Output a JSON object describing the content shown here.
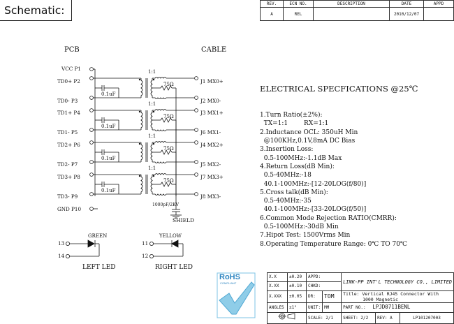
{
  "schematic_label": "Schematic:",
  "rev_table": {
    "headers": [
      "REV.",
      "ECN NO.",
      "DESCRIPTION",
      "DATE",
      "APPD"
    ],
    "row": [
      "A",
      "REL",
      "",
      "2010/12/07",
      ""
    ]
  },
  "diagram": {
    "pcb_label": "PCB",
    "cable_label": "CABLE",
    "left_pins": [
      "VCC P1",
      "TD0+ P2",
      "TD0- P3",
      "TD1+ P4",
      "TD1- P5",
      "TD2+ P6",
      "TD2- P7",
      "TD3+ P8",
      "TD3- P9",
      "GND P10"
    ],
    "right_pins": [
      "J1 MX0+",
      "J2 MX0-",
      "J3 MX1+",
      "J6 MX1-",
      "J4 MX2+",
      "J5 MX2-",
      "J7 MX3+",
      "J8 MX3-"
    ],
    "cap_label": "0.1uF",
    "ratio_label": "1:1",
    "res_label": "75Ω",
    "shield_cap_label": "1000pF/2KV",
    "shield_label": "SHIELD"
  },
  "leds": {
    "green_label": "GREEN",
    "yellow_label": "YELLOW",
    "left_pins": [
      "13",
      "14"
    ],
    "right_pins": [
      "11",
      "12"
    ],
    "left_caption": "LEFT LED",
    "right_caption": "RIGHT LED"
  },
  "specs": {
    "heading": "ELECTRICAL SPECFICATIONS @25℃",
    "lines": [
      "1.Turn Ratio(±2%):",
      "  TX=1:1        RX=1:1",
      "2.Inductance OCL: 350uH Min",
      "  @100KHz,0.1V,8mA DC Bias",
      "3.Insertion Loss:",
      "  0.5-100MHz:-1.1dB Max",
      "4.Return Loss(dB Min):",
      "  0.5-40MHz:-18",
      "  40.1-100MHz:-[12-20LOG(f/80)]",
      "5.Cross talk(dB Min):",
      "  0.5-40MHz:-35",
      "  40.1-100MHz:-[33-20LOG(f/50)]",
      "6.Common Mode Rejection RATIO(CMRR):",
      "  0.5-100MHz:-30dB Min",
      "7.Hipot Test: 1500Vrms Min",
      "8.Operating Temperature Range: 0℃ TO 70℃"
    ]
  },
  "rohs": {
    "text": "RoHS",
    "sub": "COMPLIANT"
  },
  "title_block": {
    "tol_rows": [
      [
        "X.X",
        "±0.20"
      ],
      [
        "X.XX",
        "±0.10"
      ],
      [
        "X.XXX",
        "±0.05"
      ],
      [
        "ANGLES",
        "±1°"
      ]
    ],
    "appd": "APPD:",
    "chkd": "CHKD:",
    "dr_label": "DR:",
    "dr_value": "TOM",
    "unit_label": "UNIT:",
    "unit_value": "MM",
    "company": "LINK-PP INT'L TECHNOLOGY CO., LIMITED",
    "title_label": "Title:",
    "title_value_1": "Vertical RJ45 Connector With",
    "title_value_2": "1000 Magnetic",
    "part_label": "PART NO.:",
    "part_value": "LPJD0711BENL",
    "scale_label": "SCALE:",
    "scale_value": "2/1",
    "sheet_label": "SHEET:",
    "sheet_value": "2/2",
    "rev_label": "REV:",
    "rev_value": "A",
    "doc_no": "LP101207003"
  }
}
